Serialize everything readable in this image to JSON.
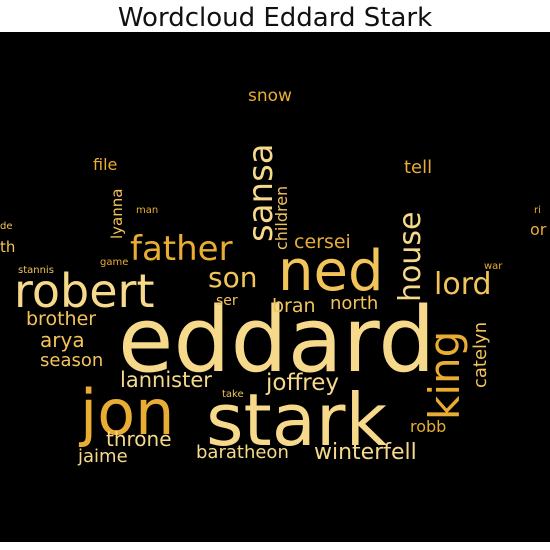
{
  "figure": {
    "title": "Wordcloud Eddard Stark",
    "background": "#000000",
    "palette": [
      "#f7d98b",
      "#f2c45a",
      "#e9ad34",
      "#d6952a"
    ]
  },
  "words": [
    {
      "text": "eddard",
      "size": 90,
      "color": "#f7d98b",
      "orient": "h"
    },
    {
      "text": "stark",
      "size": 72,
      "color": "#f7d98b",
      "orient": "h"
    },
    {
      "text": "jon",
      "size": 62,
      "color": "#e9ad34",
      "orient": "h"
    },
    {
      "text": "ned",
      "size": 56,
      "color": "#f2c45a",
      "orient": "h"
    },
    {
      "text": "robert",
      "size": 46,
      "color": "#f7d98b",
      "orient": "h"
    },
    {
      "text": "king",
      "size": 42,
      "color": "#e9ad34",
      "orient": "v"
    },
    {
      "text": "father",
      "size": 34,
      "color": "#e9ad34",
      "orient": "h"
    },
    {
      "text": "sansa",
      "size": 34,
      "color": "#f7d98b",
      "orient": "v"
    },
    {
      "text": "lord",
      "size": 30,
      "color": "#f2c45a",
      "orient": "h"
    },
    {
      "text": "house",
      "size": 30,
      "color": "#f7d98b",
      "orient": "v"
    },
    {
      "text": "son",
      "size": 28,
      "color": "#f2c45a",
      "orient": "h"
    },
    {
      "text": "lannister",
      "size": 21,
      "color": "#f7d98b",
      "orient": "h"
    },
    {
      "text": "joffrey",
      "size": 23,
      "color": "#f7d98b",
      "orient": "h"
    },
    {
      "text": "winterfell",
      "size": 22,
      "color": "#f7d98b",
      "orient": "h"
    },
    {
      "text": "brother",
      "size": 19,
      "color": "#f2c45a",
      "orient": "h"
    },
    {
      "text": "arya",
      "size": 20,
      "color": "#f2c45a",
      "orient": "h"
    },
    {
      "text": "throne",
      "size": 20,
      "color": "#f7d98b",
      "orient": "h"
    },
    {
      "text": "cersei",
      "size": 19,
      "color": "#e9ad34",
      "orient": "h"
    },
    {
      "text": "bran",
      "size": 19,
      "color": "#f2c45a",
      "orient": "h"
    },
    {
      "text": "north",
      "size": 18,
      "color": "#f2c45a",
      "orient": "h"
    },
    {
      "text": "season",
      "size": 18,
      "color": "#f2c45a",
      "orient": "h"
    },
    {
      "text": "baratheon",
      "size": 18,
      "color": "#f7d98b",
      "orient": "h"
    },
    {
      "text": "jaime",
      "size": 18,
      "color": "#f7d98b",
      "orient": "h"
    },
    {
      "text": "catelyn",
      "size": 18,
      "color": "#f2c45a",
      "orient": "v"
    },
    {
      "text": "snow",
      "size": 17,
      "color": "#e9ad34",
      "orient": "h"
    },
    {
      "text": "tell",
      "size": 18,
      "color": "#e9ad34",
      "orient": "h"
    },
    {
      "text": "file",
      "size": 16,
      "color": "#e9ad34",
      "orient": "h"
    },
    {
      "text": "robb",
      "size": 16,
      "color": "#e9ad34",
      "orient": "h"
    },
    {
      "text": "children",
      "size": 16,
      "color": "#f2c45a",
      "orient": "v"
    },
    {
      "text": "lyanna",
      "size": 15,
      "color": "#f2c45a",
      "orient": "v"
    },
    {
      "text": "ser",
      "size": 14,
      "color": "#f2c45a",
      "orient": "h"
    },
    {
      "text": "th",
      "size": 15,
      "color": "#f2c45a",
      "orient": "h"
    },
    {
      "text": "or",
      "size": 16,
      "color": "#e9ad34",
      "orient": "h"
    },
    {
      "text": "man",
      "size": 10,
      "color": "#e9ad34",
      "orient": "h"
    },
    {
      "text": "game",
      "size": 10,
      "color": "#e9ad34",
      "orient": "h"
    },
    {
      "text": "stannis",
      "size": 10,
      "color": "#f2c45a",
      "orient": "h"
    },
    {
      "text": "war",
      "size": 10,
      "color": "#e9ad34",
      "orient": "h"
    },
    {
      "text": "take",
      "size": 10,
      "color": "#f2c45a",
      "orient": "h"
    },
    {
      "text": "de",
      "size": 10,
      "color": "#f2c45a",
      "orient": "h"
    },
    {
      "text": "ri",
      "size": 10,
      "color": "#e9ad34",
      "orient": "h"
    }
  ]
}
